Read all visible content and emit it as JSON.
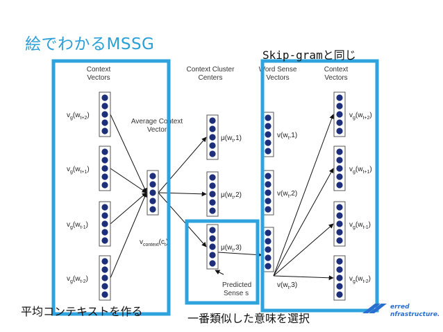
{
  "slide": {
    "title": "絵でわかるMSSG"
  },
  "annotations": {
    "skipgram": "Skip-gramと同じ",
    "average": "平均コンテキストを作る",
    "select": "一番類似した意味を選択"
  },
  "diagram": {
    "headers": {
      "context_vectors": [
        "Context",
        "Vectors"
      ],
      "average": [
        "Average Context",
        "Vector"
      ],
      "clusters": [
        "Context Cluster",
        "Centers"
      ],
      "word_sense": [
        "Word Sense",
        "Vectors"
      ],
      "out_context": [
        "Context",
        "Vectors"
      ]
    },
    "left_vectors": [
      {
        "base": "v",
        "sub": "g",
        "arg": "w",
        "idx": "t+2"
      },
      {
        "base": "v",
        "sub": "g",
        "arg": "w",
        "idx": "t+1"
      },
      {
        "base": "v",
        "sub": "g",
        "arg": "w",
        "idx": "t-1"
      },
      {
        "base": "v",
        "sub": "g",
        "arg": "w",
        "idx": "t-2"
      }
    ],
    "context_label": {
      "base": "v",
      "sub": "context",
      "arg": "c",
      "idx": "t"
    },
    "cluster_centers": [
      {
        "base": "μ",
        "arg": "w",
        "idx": "t",
        "k": "1"
      },
      {
        "base": "μ",
        "arg": "w",
        "idx": "t",
        "k": "2"
      },
      {
        "base": "μ",
        "arg": "w",
        "idx": "t",
        "k": "3"
      }
    ],
    "predicted": [
      "Predicted",
      "Sense s"
    ],
    "sense_vectors": [
      {
        "base": "v",
        "arg": "w",
        "idx": "t",
        "k": "1"
      },
      {
        "base": "v",
        "arg": "w",
        "idx": "t",
        "k": "2"
      },
      {
        "base": "v",
        "arg": "w",
        "idx": "t",
        "k": "3"
      }
    ],
    "right_vectors": [
      {
        "base": "v",
        "sub": "g",
        "arg": "w",
        "idx": "t+2"
      },
      {
        "base": "v",
        "sub": "g",
        "arg": "w",
        "idx": "t+1"
      },
      {
        "base": "v",
        "sub": "g",
        "arg": "w",
        "idx": "t-1"
      },
      {
        "base": "v",
        "sub": "g",
        "arg": "w",
        "idx": "t-2"
      }
    ]
  },
  "logo": {
    "lines": [
      "erred",
      "nfrastructure."
    ]
  },
  "colors": {
    "title": "#2a9fd8",
    "highlight": "#2ea3dd",
    "node": "#1d2f7a",
    "arrow": "#111111"
  }
}
